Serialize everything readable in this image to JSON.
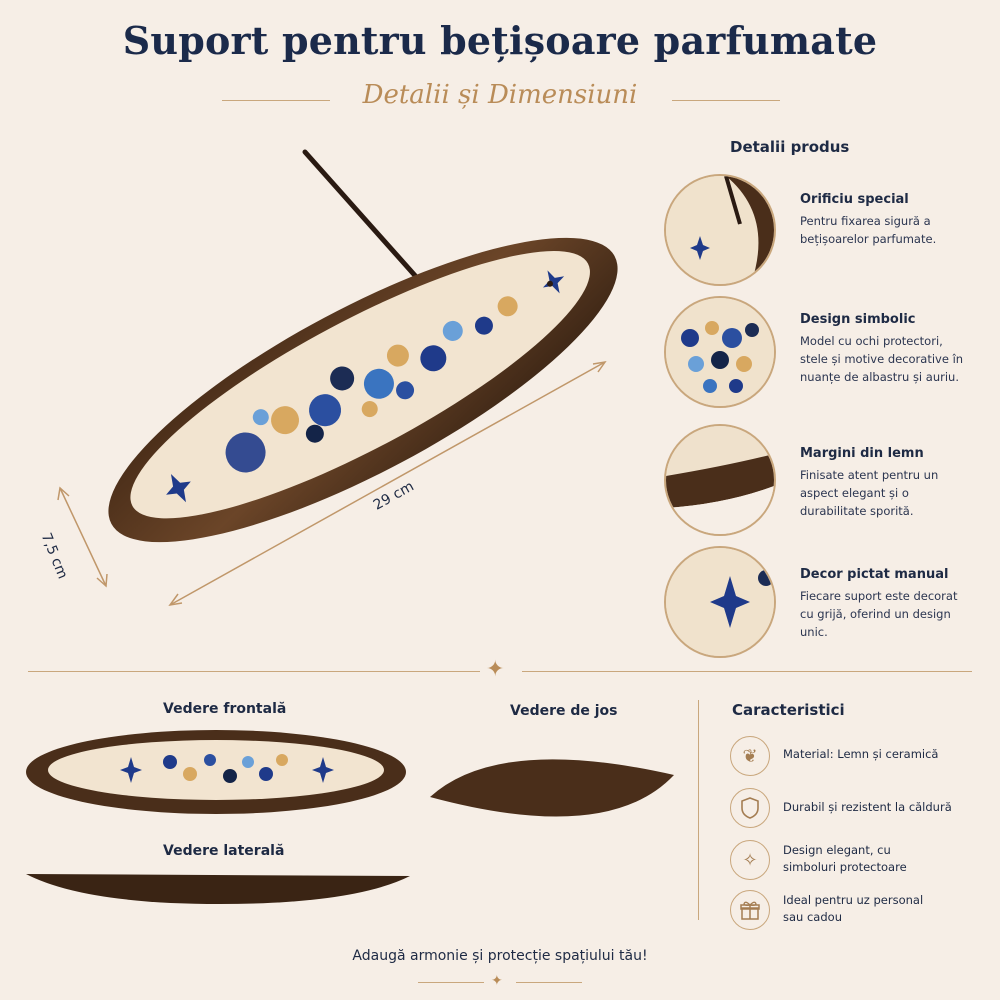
{
  "title": "Suport pentru bețișoare parfumate",
  "subtitle": "Detalii și Dimensiuni",
  "dimensions": {
    "length": "29 cm",
    "width": "7,5 cm"
  },
  "details": {
    "heading": "Detalii produs",
    "items": [
      {
        "title": "Orificiu special",
        "text": "Pentru fixarea sigură a bețișoarelor parfumate."
      },
      {
        "title": "Design simbolic",
        "text": "Model cu ochi protectori, stele și motive decorative în nuanțe de albastru și auriu."
      },
      {
        "title": "Margini din lemn",
        "text": "Finisate atent pentru un aspect elegant și o durabilitate sporită."
      },
      {
        "title": "Decor pictat manual",
        "text": "Fiecare suport este decorat cu grijă, oferind un design unic."
      }
    ]
  },
  "views": {
    "front": "Vedere frontală",
    "bottom": "Vedere de jos",
    "side": "Vedere laterală"
  },
  "features": {
    "heading": "Caracteristici",
    "items": [
      {
        "icon": "leaf-icon",
        "text": "Material: Lemn și ceramică"
      },
      {
        "icon": "shield-icon",
        "text": "Durabil și rezistent la căldură"
      },
      {
        "icon": "sparkle-icon",
        "text": "Design elegant, cu simboluri protectoare"
      },
      {
        "icon": "gift-icon",
        "text": "Ideal pentru uz personal sau cadou"
      }
    ]
  },
  "footer": "Adaugă armonie și protecție spațiului tău!",
  "colors": {
    "navy": "#1b2a4a",
    "gold": "#c9a77d",
    "wood": "#5a3a22",
    "cream": "#f2e6d6",
    "blue": "#1f3a8a"
  }
}
